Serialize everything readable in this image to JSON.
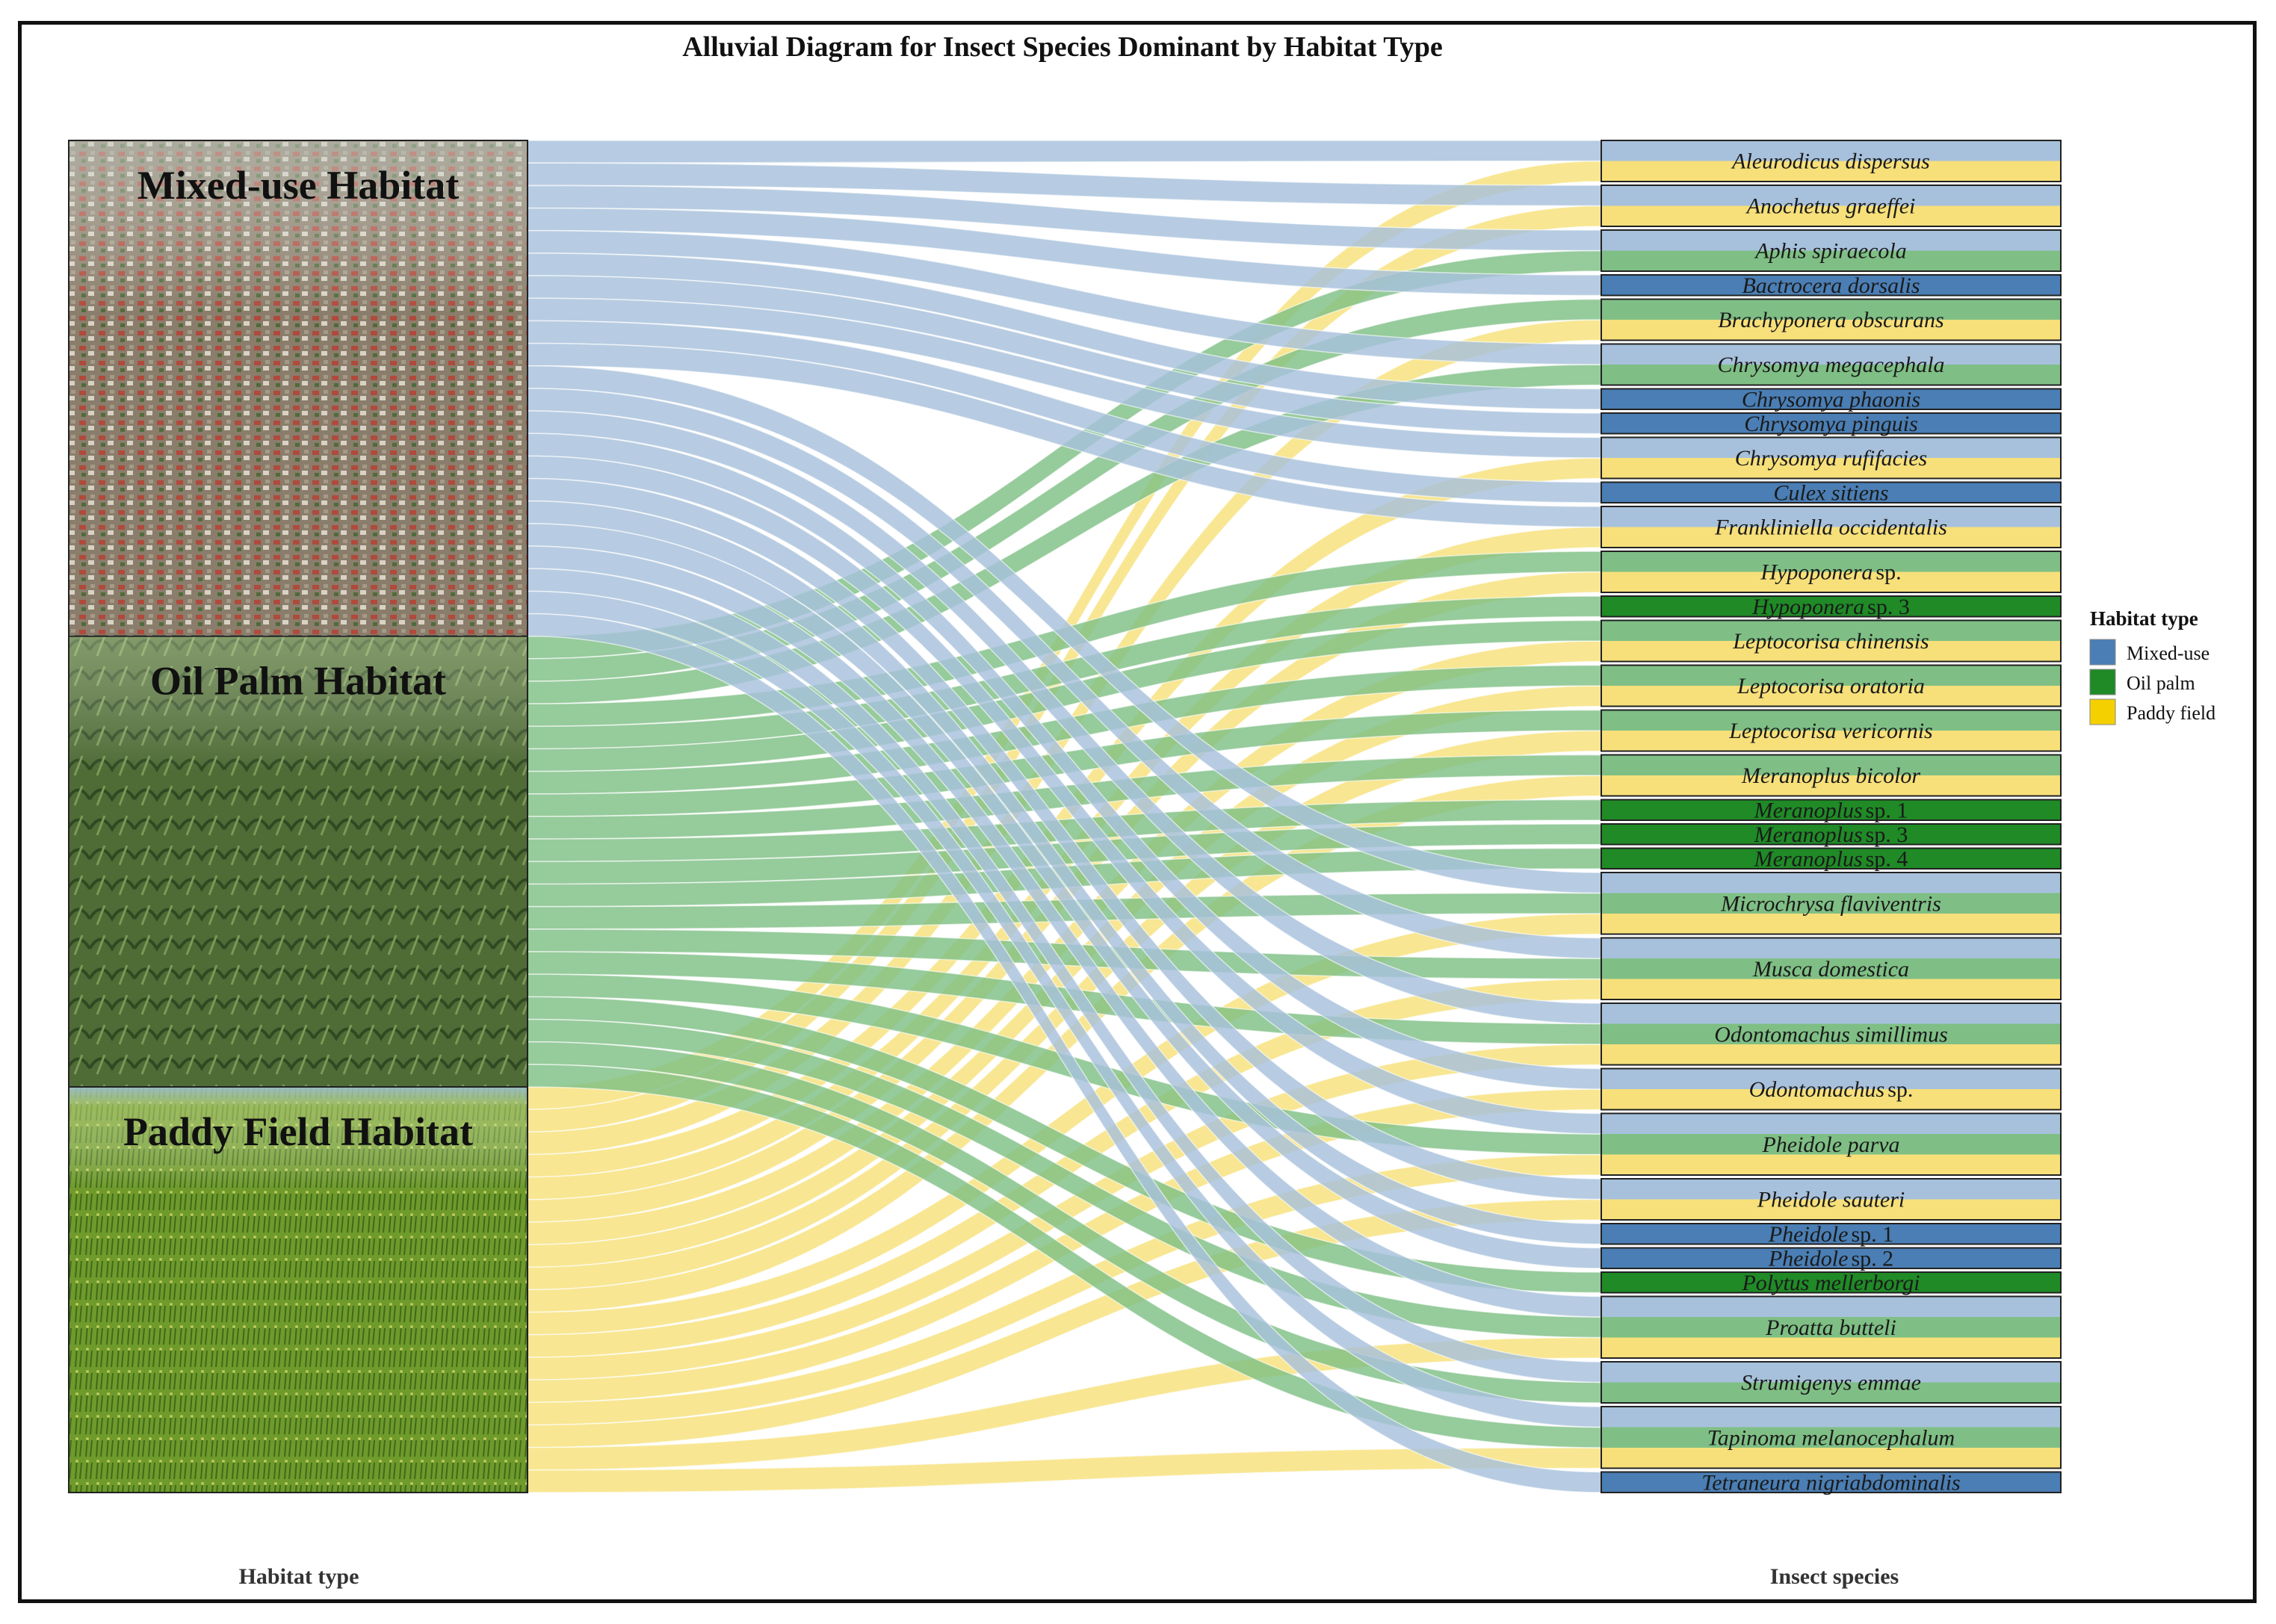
{
  "chart_data": {
    "type": "alluvial",
    "title": "Alluvial Diagram for Insect Species Dominant by Habitat Type",
    "xlabel_left": "Habitat type",
    "xlabel_right": "Insect species",
    "colors": {
      "Mixed-use": "#4a7eb4",
      "Oil palm": "#1f8a26",
      "Paddy field": "#f5d000"
    },
    "flow_colors": {
      "Mixed-use": "#a7c1dc",
      "Oil palm": "#7fbf85",
      "Paddy field": "#f7e07a"
    },
    "habitats": [
      {
        "key": "Mixed-use",
        "label": "Mixed-use Habitat",
        "background": "#8a7d6b"
      },
      {
        "key": "Oil palm",
        "label": "Oil Palm Habitat",
        "background": "#4f6b36"
      },
      {
        "key": "Paddy field",
        "label": "Paddy Field Habitat",
        "background": "#6f9a2c"
      }
    ],
    "species": [
      {
        "name": "Aleurodicus dispersus",
        "italic": "Aleurodicus dispersus",
        "suffix": "",
        "habitats": [
          "Mixed-use",
          "Paddy field"
        ]
      },
      {
        "name": "Anochetus graeffei",
        "italic": "Anochetus graeffei",
        "suffix": "",
        "habitats": [
          "Mixed-use",
          "Paddy field"
        ]
      },
      {
        "name": "Aphis spiraecola",
        "italic": "Aphis spiraecola",
        "suffix": "",
        "habitats": [
          "Mixed-use",
          "Oil palm"
        ]
      },
      {
        "name": "Bactrocera dorsalis",
        "italic": "Bactrocera dorsalis",
        "suffix": "",
        "habitats": [
          "Mixed-use"
        ]
      },
      {
        "name": "Brachyponera obscurans",
        "italic": "Brachyponera obscurans",
        "suffix": "",
        "habitats": [
          "Oil palm",
          "Paddy field"
        ]
      },
      {
        "name": "Chrysomya megacephala",
        "italic": "Chrysomya megacephala",
        "suffix": "",
        "habitats": [
          "Mixed-use",
          "Oil palm"
        ]
      },
      {
        "name": "Chrysomya phaonis",
        "italic": "Chrysomya phaonis",
        "suffix": "",
        "habitats": [
          "Mixed-use"
        ]
      },
      {
        "name": "Chrysomya pinguis",
        "italic": "Chrysomya pinguis",
        "suffix": "",
        "habitats": [
          "Mixed-use"
        ]
      },
      {
        "name": "Chrysomya rufifacies",
        "italic": "Chrysomya rufifacies",
        "suffix": "",
        "habitats": [
          "Mixed-use",
          "Paddy field"
        ]
      },
      {
        "name": "Culex sitiens",
        "italic": "Culex sitiens",
        "suffix": "",
        "habitats": [
          "Mixed-use"
        ]
      },
      {
        "name": "Frankliniella occidentalis",
        "italic": "Frankliniella occidentalis",
        "suffix": "",
        "habitats": [
          "Mixed-use",
          "Paddy field"
        ]
      },
      {
        "name": "Hypoponera sp.",
        "italic": "Hypoponera",
        "suffix": "sp.",
        "habitats": [
          "Oil palm",
          "Paddy field"
        ]
      },
      {
        "name": "Hypoponera sp. 3",
        "italic": "Hypoponera",
        "suffix": "sp. 3",
        "habitats": [
          "Oil palm"
        ]
      },
      {
        "name": "Leptocorisa chinensis",
        "italic": "Leptocorisa chinensis",
        "suffix": "",
        "habitats": [
          "Oil palm",
          "Paddy field"
        ]
      },
      {
        "name": "Leptocorisa oratoria",
        "italic": "Leptocorisa oratoria",
        "suffix": "",
        "habitats": [
          "Oil palm",
          "Paddy field"
        ]
      },
      {
        "name": "Leptocorisa vericornis",
        "italic": "Leptocorisa vericornis",
        "suffix": "",
        "habitats": [
          "Oil palm",
          "Paddy field"
        ]
      },
      {
        "name": "Meranoplus bicolor",
        "italic": "Meranoplus bicolor",
        "suffix": "",
        "habitats": [
          "Oil palm",
          "Paddy field"
        ]
      },
      {
        "name": "Meranoplus sp. 1",
        "italic": "Meranoplus",
        "suffix": "sp. 1",
        "habitats": [
          "Oil palm"
        ]
      },
      {
        "name": "Meranoplus sp. 3",
        "italic": "Meranoplus",
        "suffix": "sp. 3",
        "habitats": [
          "Oil palm"
        ]
      },
      {
        "name": "Meranoplus sp. 4",
        "italic": "Meranoplus",
        "suffix": "sp. 4",
        "habitats": [
          "Oil palm"
        ]
      },
      {
        "name": "Microchrysa flaviventris",
        "italic": "Microchrysa flaviventris",
        "suffix": "",
        "habitats": [
          "Mixed-use",
          "Oil palm",
          "Paddy field"
        ]
      },
      {
        "name": "Musca domestica",
        "italic": "Musca domestica",
        "suffix": "",
        "habitats": [
          "Mixed-use",
          "Oil palm",
          "Paddy field"
        ]
      },
      {
        "name": "Odontomachus simillimus",
        "italic": "Odontomachus simillimus",
        "suffix": "",
        "habitats": [
          "Mixed-use",
          "Oil palm",
          "Paddy field"
        ]
      },
      {
        "name": "Odontomachus sp.",
        "italic": "Odontomachus",
        "suffix": "sp.",
        "habitats": [
          "Mixed-use",
          "Paddy field"
        ]
      },
      {
        "name": "Pheidole parva",
        "italic": "Pheidole parva",
        "suffix": "",
        "habitats": [
          "Mixed-use",
          "Oil palm",
          "Paddy field"
        ]
      },
      {
        "name": "Pheidole sauteri",
        "italic": "Pheidole sauteri",
        "suffix": "",
        "habitats": [
          "Mixed-use",
          "Paddy field"
        ]
      },
      {
        "name": "Pheidole sp. 1",
        "italic": "Pheidole",
        "suffix": "sp. 1",
        "habitats": [
          "Mixed-use"
        ]
      },
      {
        "name": "Pheidole sp. 2",
        "italic": "Pheidole",
        "suffix": "sp. 2",
        "habitats": [
          "Mixed-use"
        ]
      },
      {
        "name": "Polytus mellerborgi",
        "italic": "Polytus mellerborgi",
        "suffix": "",
        "habitats": [
          "Oil palm"
        ]
      },
      {
        "name": "Proatta butteli",
        "italic": "Proatta butteli",
        "suffix": "",
        "habitats": [
          "Mixed-use",
          "Oil palm",
          "Paddy field"
        ]
      },
      {
        "name": "Strumigenys emmae",
        "italic": "Strumigenys emmae",
        "suffix": "",
        "habitats": [
          "Mixed-use",
          "Oil palm"
        ]
      },
      {
        "name": "Tapinoma melanocephalum",
        "italic": "Tapinoma melanocephalum",
        "suffix": "",
        "habitats": [
          "Mixed-use",
          "Oil palm",
          "Paddy field"
        ]
      },
      {
        "name": "Tetraneura nigriabdominalis",
        "italic": "Tetraneura nigriabdominalis",
        "suffix": "",
        "habitats": [
          "Mixed-use"
        ]
      }
    ],
    "legend": {
      "title": "Habitat type",
      "position": "right",
      "entries": [
        {
          "key": "Mixed-use",
          "label": "Mixed-use"
        },
        {
          "key": "Oil palm",
          "label": "Oil palm"
        },
        {
          "key": "Paddy field",
          "label": "Paddy field"
        }
      ]
    }
  }
}
